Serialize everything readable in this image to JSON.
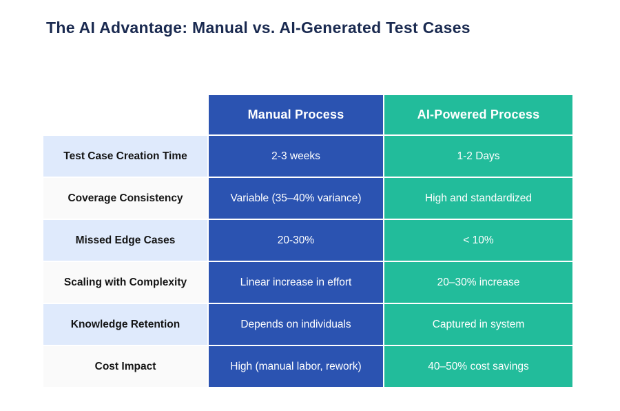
{
  "title": "The AI Advantage: Manual vs. AI-Generated Test Cases",
  "colors": {
    "title_navy": "#1a2a50",
    "manual_process_blue": "#2b53b1",
    "ai_process_teal": "#22bc9b",
    "label_row_alt_blue": "#dfeafc",
    "label_row_plain": "#fafafa",
    "cell_text_white": "#ffffff",
    "label_text": "#141414",
    "page_background": "#ffffff"
  },
  "chart_data": {
    "type": "table",
    "title": "The AI Advantage: Manual vs. AI-Generated Test Cases",
    "columns": [
      "",
      "Manual Process",
      "AI-Powered Process"
    ],
    "rows": [
      [
        "Test Case Creation Time",
        "2-3 weeks",
        "1-2 Days"
      ],
      [
        "Coverage Consistency",
        "Variable (35–40% variance)",
        "High and standardized"
      ],
      [
        "Missed Edge Cases",
        "20-30%",
        "< 10%"
      ],
      [
        "Scaling with Complexity",
        "Linear increase in effort",
        "20–30% increase"
      ],
      [
        "Knowledge Retention",
        "Depends on individuals",
        "Captured in system"
      ],
      [
        "Cost Impact",
        "High (manual labor, rework)",
        "40–50% cost savings"
      ]
    ],
    "layout": {
      "header_position": "top",
      "label_column_position": "left",
      "row_striping": "alternating light-blue / white on label column",
      "grid": "thin white separators between all cells"
    }
  }
}
